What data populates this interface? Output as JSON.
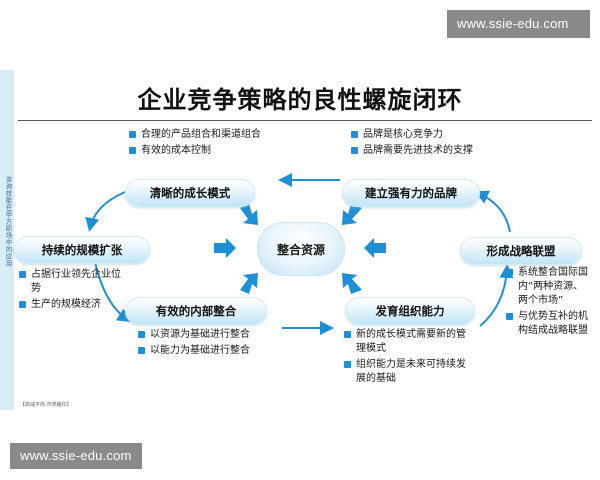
{
  "watermark_top": "www.ssie-edu.com",
  "watermark_bottom": "www.ssie-edu.com",
  "sidebar_text": "咨询技能在甲方职场中的应用",
  "title": "企业竞争策略的良性螺旋闭环",
  "center": "整合资源",
  "nodes": {
    "clear_growth": "清晰的成长模式",
    "strong_brand": "建立强有力的品牌",
    "scale_expand": "持续的规模扩张",
    "alliance": "形成战略联盟",
    "internal": "有效的内部整合",
    "capability": "发育组织能力"
  },
  "lists": {
    "clear_growth": [
      "合理的产品组合和渠道组合",
      "有效的成本控制"
    ],
    "strong_brand": [
      "品牌是核心竞争力",
      "品牌需要先进技术的支撑"
    ],
    "scale_expand": [
      "占据行业领先企业位势",
      "生产的规模经济"
    ],
    "alliance": [
      "系统整合国际国内“两种资源、两个市场”",
      "与优势互补的机构结成战略联盟"
    ],
    "internal": [
      "以资源为基础进行整合",
      "以能力为基础进行整合"
    ],
    "capability": [
      "新的成长模式需要新的管理模式",
      "组织能力是未来可持续发展的基础"
    ]
  },
  "footnote": "【郎咸平商·归类编印】",
  "colors": {
    "accent": "#1e8fd6",
    "node_fill": "#bfe4f7",
    "watermark": "#8a8a8a",
    "sidebar": "#d7eef8"
  }
}
